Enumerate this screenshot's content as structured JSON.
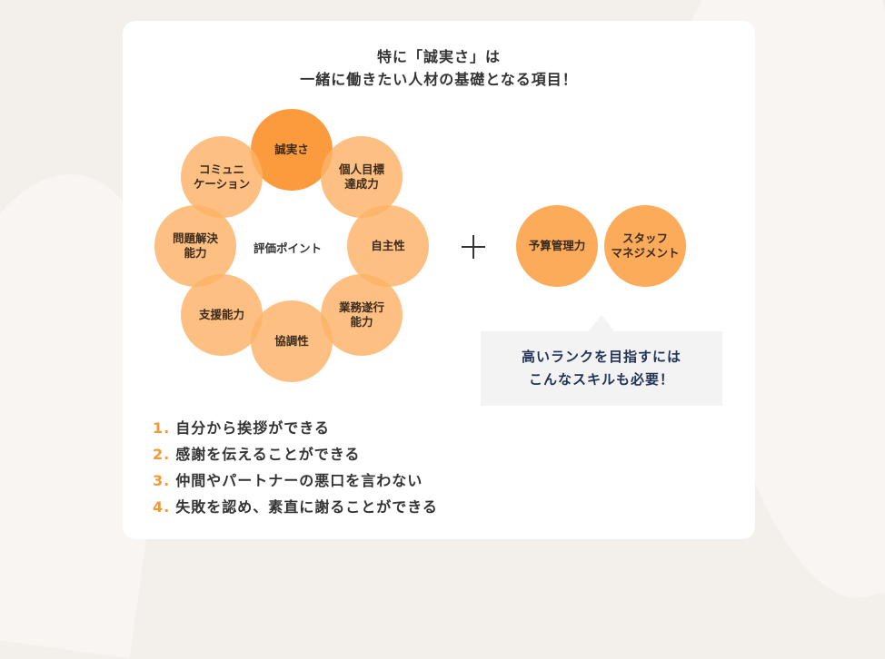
{
  "title": {
    "line1": "特に「誠実さ」は",
    "line2": "一緒に働きたい人材の基礎となる項目！"
  },
  "diagram": {
    "center_label": "評価ポイント",
    "points": [
      "誠実さ",
      "個人目標\n達成力",
      "自主性",
      "業務遂行\n能力",
      "協調性",
      "支援能力",
      "問題解決\n能力",
      "コミュニ\nケーション"
    ],
    "extra_skills": [
      "予算管理力",
      "スタッフ\nマネジメント"
    ]
  },
  "note": {
    "line1": "高いランクを目指すには",
    "line2": "こんなスキルも必要！"
  },
  "list": [
    {
      "num": "1.",
      "text": "自分から挨拶ができる"
    },
    {
      "num": "2.",
      "text": "感謝を伝えることができる"
    },
    {
      "num": "3.",
      "text": "仲間やパートナーの悪口を言わない"
    },
    {
      "num": "4.",
      "text": "失敗を認め、素直に謝ることができる"
    }
  ],
  "colors": {
    "accent_orange": "#fb9b3d",
    "light_orange": "#fcb266",
    "note_text": "#223356",
    "list_number": "#f29a38"
  }
}
